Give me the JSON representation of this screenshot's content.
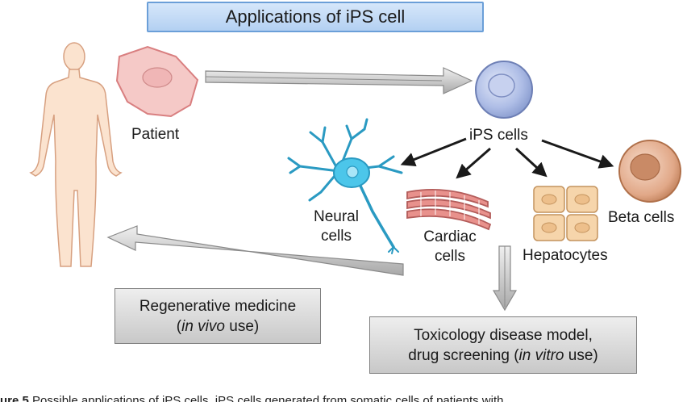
{
  "title": "Applications of iPS cell",
  "nodes": {
    "patient": "Patient",
    "ips": "iPS cells",
    "neural_1": "Neural",
    "neural_2": "cells",
    "cardiac_1": "Cardiac",
    "cardiac_2": "cells",
    "hepatocytes": "Hepatocytes",
    "beta": "Beta cells"
  },
  "boxes": {
    "regen_line1": "Regenerative medicine",
    "regen_open": "(",
    "regen_italic": "in vivo",
    "regen_close": " use)",
    "tox_line1": "Toxicology disease model,",
    "tox_prefix": "drug screening (",
    "tox_italic": "in vitro",
    "tox_suffix": " use)"
  },
  "caption": {
    "label": "ure 5",
    "text": " Possible applications of iPS cells. iPS cells generated from somatic cells of patients with"
  },
  "colors": {
    "title_border": "#6b9fd8",
    "title_fill": "#c6ddf6",
    "skin": "#fbe3cf",
    "skin_outline": "#d7a080",
    "neuron": "#38b8e0",
    "ips_cell": "#aebde6",
    "cardiac": "#e48a86",
    "hepatocyte": "#f6d5ab",
    "beta_cell": "#d99b78",
    "arrow_gray": "#9a9a9a"
  }
}
